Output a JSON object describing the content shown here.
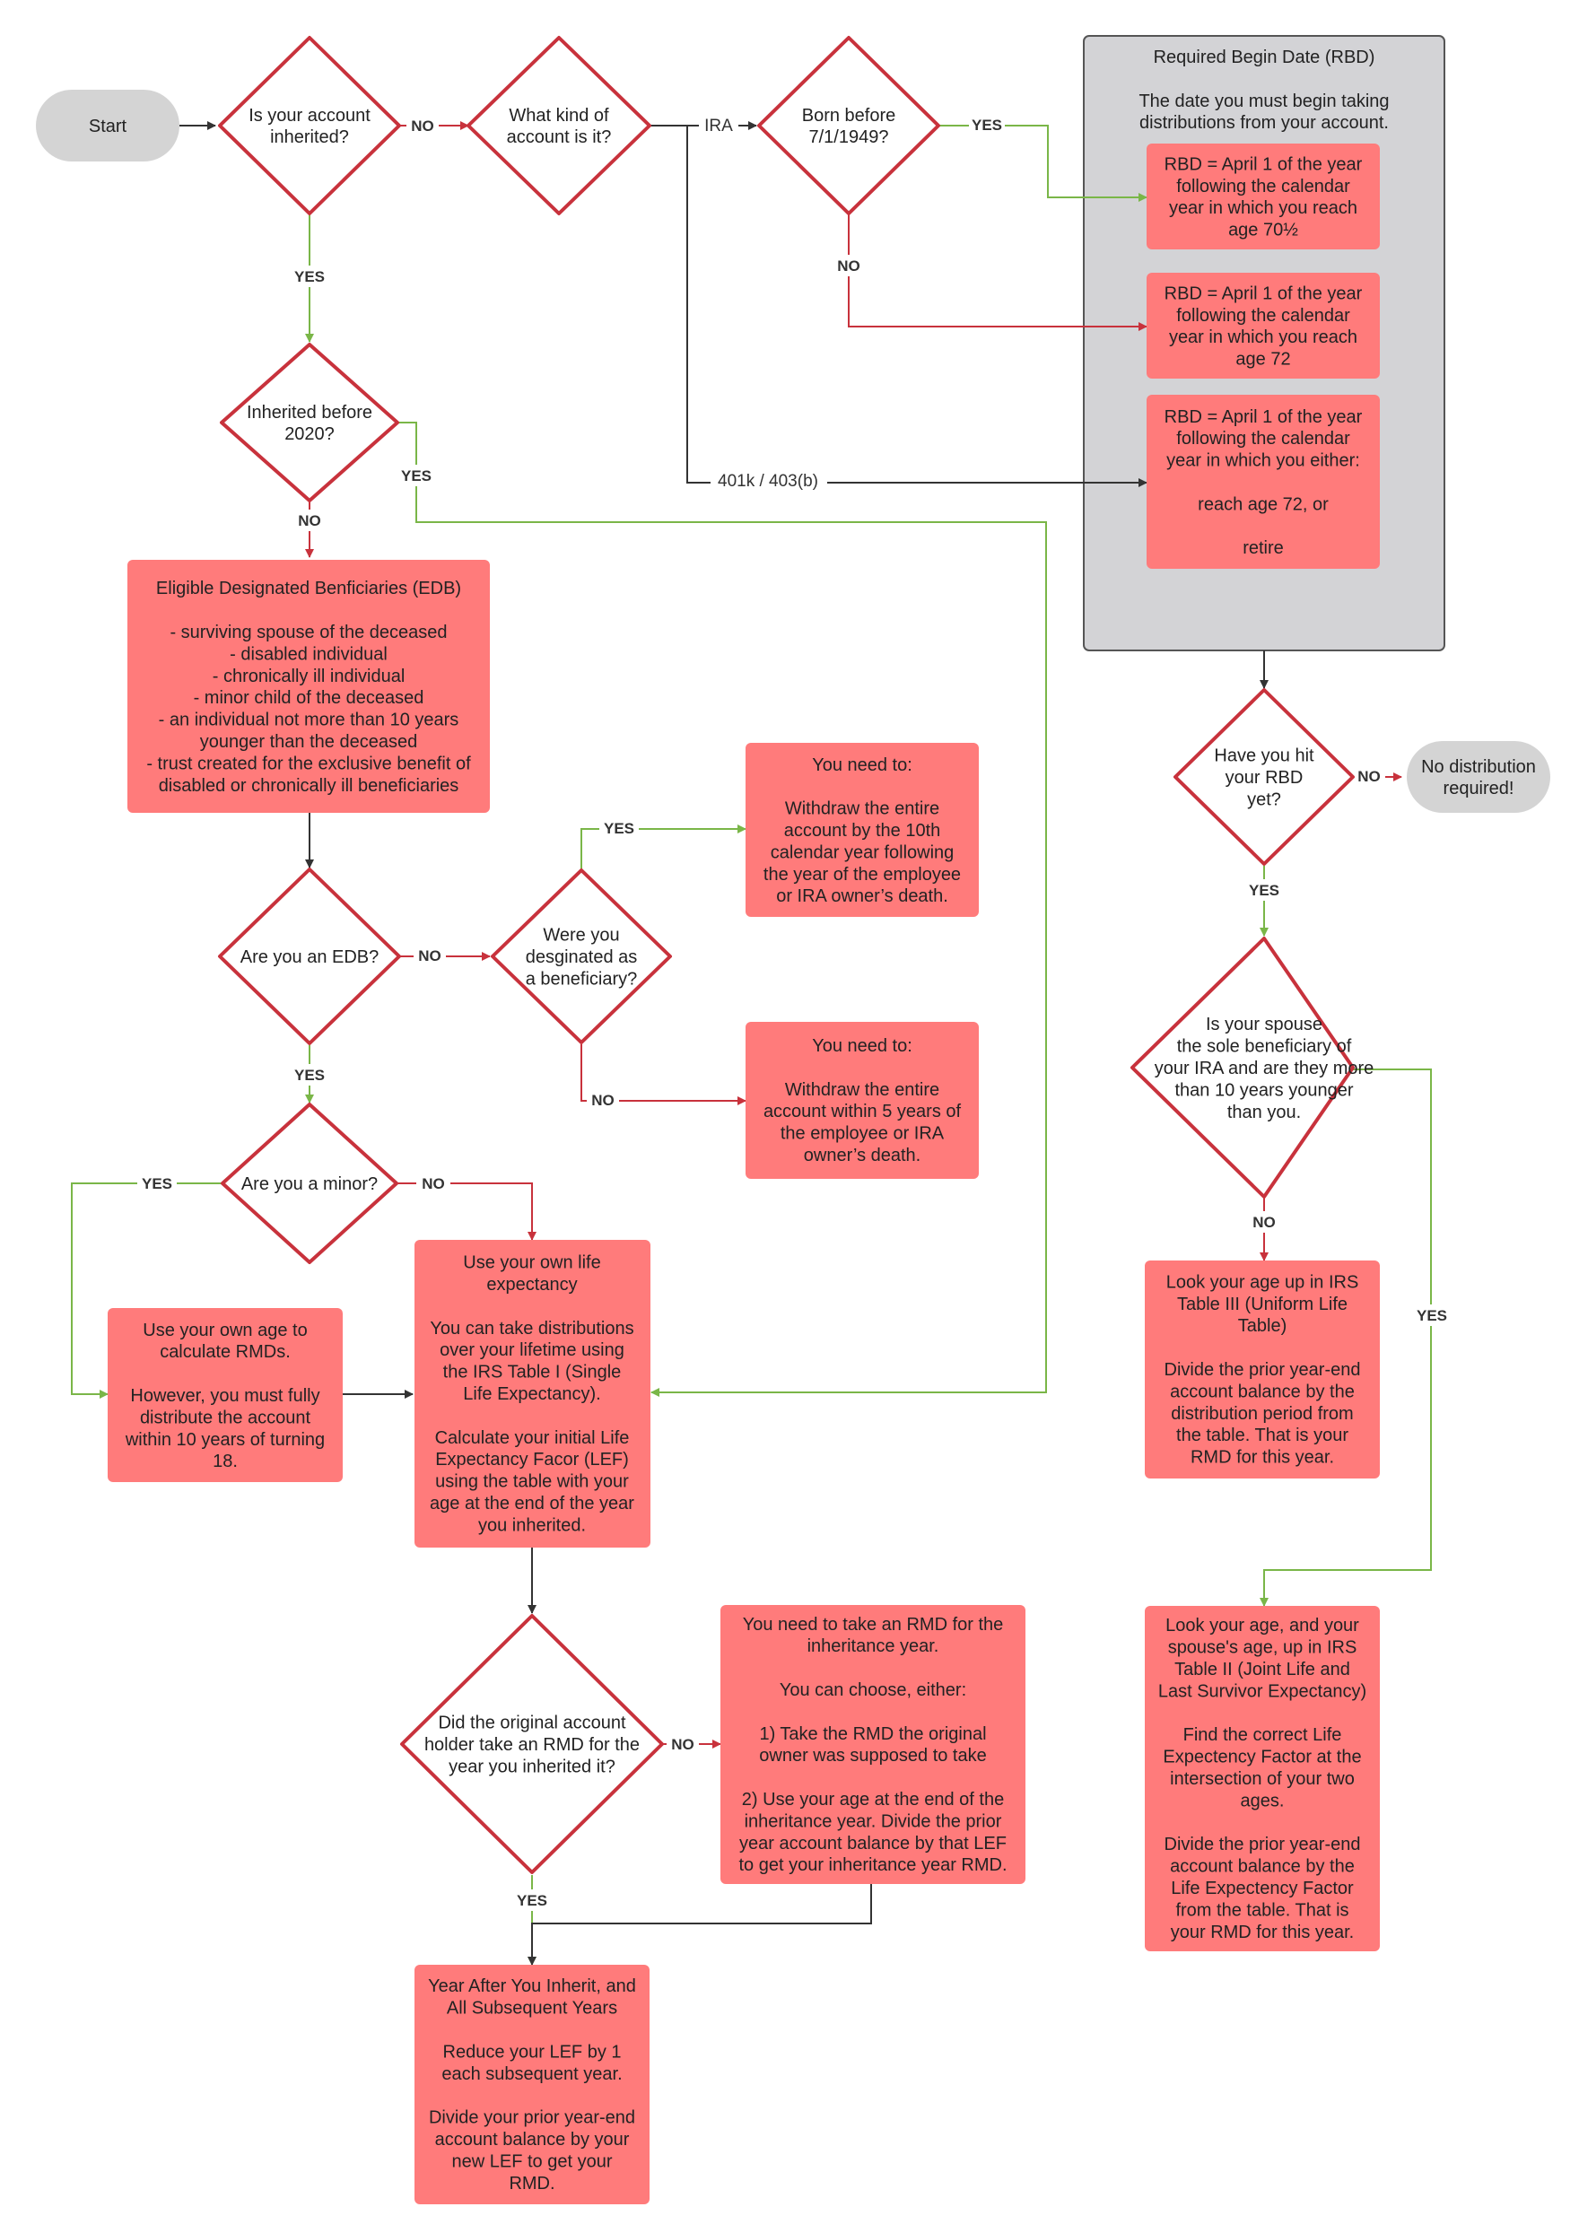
{
  "colors": {
    "box_fill": "#ff7b7b",
    "diamond_stroke": "#c8323c",
    "terminal_fill": "#d4d4d4",
    "panel_fill": "#d3d3d6",
    "edge_yes": "#7ab648",
    "edge_no": "#c8323c",
    "edge_plain": "#333333"
  },
  "nodes": {
    "start": [
      "Start"
    ],
    "q_inherited": [
      "Is your account",
      "inherited?"
    ],
    "q_kind": [
      "What kind of",
      "account is it?"
    ],
    "q_born": [
      "Born before",
      "7/1/1949?"
    ],
    "rbd_panel": [
      "Required Begin Date (RBD)",
      "",
      "The date you must begin taking",
      "distributions from your account."
    ],
    "rbd1": [
      "RBD = April 1 of the year",
      "following the calendar",
      "year in which you reach",
      "age 70½"
    ],
    "rbd2": [
      "RBD = April 1 of the year",
      "following the calendar",
      "year in which you reach",
      "age 72"
    ],
    "rbd3": [
      "RBD = April 1 of the year",
      "following the calendar",
      "year in which you either:",
      "",
      "reach age 72, or",
      "",
      "retire"
    ],
    "q_before2020": [
      "Inherited before",
      "2020?"
    ],
    "edb": [
      "Eligible Designated Benficiaries (EDB)",
      "",
      "- surviving spouse of the deceased",
      "- disabled individual",
      "- chronically ill individual",
      "- minor child of the deceased",
      "- an individual not more than 10 years",
      "younger than the deceased",
      "- trust created for the exclusive benefit of",
      "disabled or chronically ill beneficiaries"
    ],
    "q_hit_rbd": [
      "Have you hit",
      "your RBD",
      "yet?"
    ],
    "no_dist": [
      "No distribution",
      "required!"
    ],
    "q_edb": [
      "Are you an EDB?"
    ],
    "q_designated": [
      "Were you",
      "desginated as",
      "a beneficiary?"
    ],
    "need10": [
      "You need to:",
      "",
      "Withdraw the entire",
      "account by the 10th",
      "calendar year following",
      "the year of the employee",
      "or IRA owner’s death."
    ],
    "need5": [
      "You need to:",
      "",
      "Withdraw the entire",
      "account within 5 years of",
      "the employee or IRA",
      "owner’s death."
    ],
    "q_spouse": [
      "Is your spouse",
      "the sole beneficiary of",
      "your IRA and are they more",
      "than 10 years younger",
      "than you."
    ],
    "q_minor": [
      "Are you a minor?"
    ],
    "own_age": [
      "Use your own age to",
      "calculate RMDs.",
      "",
      "However, you must fully",
      "distribute the account",
      "within 10 years of turning",
      "18."
    ],
    "own_life": [
      "Use your own life",
      "expectancy",
      "",
      "You can take distributions",
      "over your lifetime using",
      "the IRS Table I (Single",
      "Life Expectancy).",
      "",
      "Calculate your initial Life",
      "Expectancy Facor (LEF)",
      "using the table with your",
      "age at the end of the year",
      "you inherited."
    ],
    "table3": [
      "Look your age up in IRS",
      "Table III (Uniform Life",
      "Table)",
      "",
      "Divide the prior year-end",
      "account balance by the",
      "distribution period from",
      "the table. That is your",
      "RMD for this year."
    ],
    "table2": [
      "Look your age, and your",
      "spouse's age, up in IRS",
      "Table II (Joint Life and",
      "Last Survivor Expectancy)",
      "",
      "Find the correct Life",
      "Expectency Factor at the",
      "intersection of your two",
      "ages.",
      "",
      "Divide the prior year-end",
      "account balance by the",
      "Life Expectency Factor",
      "from the table. That is",
      "your RMD for this year."
    ],
    "q_original": [
      "Did the original account",
      "holder take an RMD for the",
      "year you inherited it?"
    ],
    "need_rmd": [
      "You need to take an RMD for the",
      "inheritance year.",
      "",
      "You can choose, either:",
      "",
      "1) Take the RMD the original",
      "owner was supposed to take",
      "",
      "2) Use your age at the end of the",
      "inheritance year. Divide the prior",
      "year account balance by that LEF",
      "to get your inheritance year RMD."
    ],
    "subsequent": [
      "Year After You Inherit, and",
      "All Subsequent Years",
      "",
      "Reduce your LEF by 1",
      "each subsequent year.",
      "",
      "Divide your prior year-end",
      "account balance by your",
      "new LEF to get your",
      "RMD."
    ]
  },
  "edge_labels": {
    "inherited_no": "NO",
    "inherited_yes": "YES",
    "kind_ira": "IRA",
    "kind_401k": "401k / 403(b)",
    "born_yes": "YES",
    "born_no": "NO",
    "before2020_yes": "YES",
    "before2020_no": "NO",
    "hit_rbd_no": "NO",
    "hit_rbd_yes": "YES",
    "edb_no": "NO",
    "edb_yes": "YES",
    "designated_yes": "YES",
    "designated_no": "NO",
    "spouse_no": "NO",
    "spouse_yes": "YES",
    "minor_yes": "YES",
    "minor_no": "NO",
    "original_no": "NO",
    "original_yes": "YES"
  }
}
